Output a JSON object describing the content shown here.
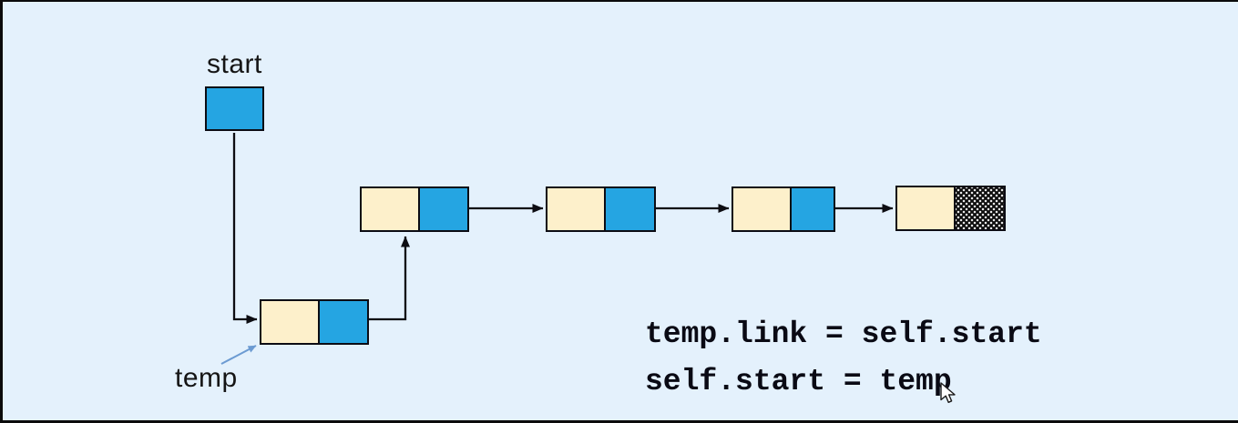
{
  "slide": {
    "description": "linked list insertion at head diagram",
    "background_color": "#e4f1fc"
  },
  "diagram": {
    "start_label": "start",
    "temp_label": "temp",
    "start_pointer": {
      "fill": "#25a5e2"
    },
    "nodes": [
      {
        "id": "temp-node",
        "cells": [
          "data",
          "link"
        ],
        "note": "new node pointed to by temp, link points to first list node"
      },
      {
        "id": "node-1",
        "cells": [
          "data",
          "link"
        ]
      },
      {
        "id": "node-2",
        "cells": [
          "data",
          "link"
        ]
      },
      {
        "id": "node-3",
        "cells": [
          "data",
          "link"
        ]
      },
      {
        "id": "node-4",
        "cells": [
          "data",
          "null"
        ],
        "note": "last node, null link shown as stippled black cell"
      }
    ],
    "colors": {
      "data_cell": "#fdf0cb",
      "link_cell": "#25a5e2",
      "outline": "#0c0c14",
      "arrow": "#0d0d12",
      "annotation_arrow": "#6c9bd2",
      "null_cell": "#0e0e0e"
    }
  },
  "code": {
    "line1": "temp.link = self.start",
    "line2": "self.start = temp"
  }
}
